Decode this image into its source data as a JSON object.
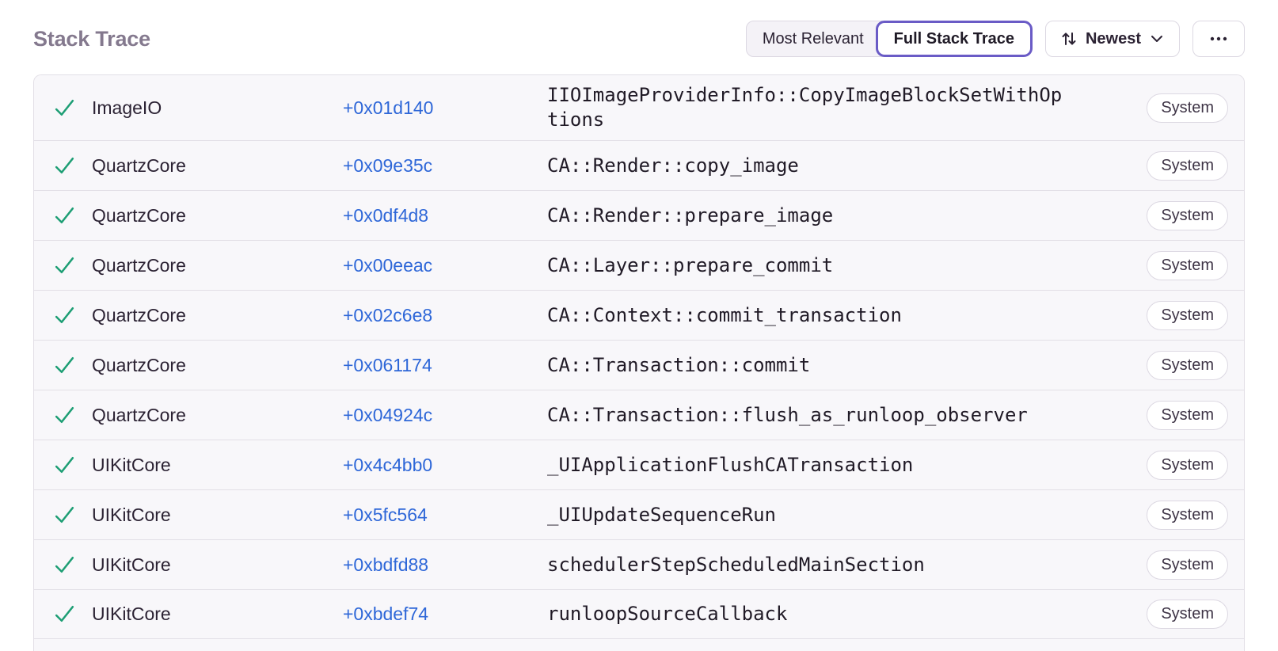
{
  "page_title": "Stack Trace",
  "toolbar": {
    "view_segments": [
      {
        "label": "Most Relevant",
        "active": false
      },
      {
        "label": "Full Stack Trace",
        "active": true
      }
    ],
    "sort": {
      "label": "Newest",
      "icon": "sort-arrows-icon",
      "chevron_icon": "chevron-down-icon"
    },
    "more": {
      "icon": "ellipsis-icon"
    }
  },
  "colors": {
    "accent_purple": "#6a5bc6",
    "link_blue": "#2e67d8",
    "check_green": "#1d9e74",
    "row_background": "#f8f7fa",
    "border": "#e2dfe6",
    "title_gray": "#84798e"
  },
  "stack_trace": {
    "frames": [
      {
        "module": "ImageIO",
        "address": "+0x01d140",
        "function": "IIOImageProviderInfo::CopyImageBlockSetWithOptions",
        "badge": "System"
      },
      {
        "module": "QuartzCore",
        "address": "+0x09e35c",
        "function": "CA::Render::copy_image",
        "badge": "System"
      },
      {
        "module": "QuartzCore",
        "address": "+0x0df4d8",
        "function": "CA::Render::prepare_image",
        "badge": "System"
      },
      {
        "module": "QuartzCore",
        "address": "+0x00eeac",
        "function": "CA::Layer::prepare_commit",
        "badge": "System"
      },
      {
        "module": "QuartzCore",
        "address": "+0x02c6e8",
        "function": "CA::Context::commit_transaction",
        "badge": "System"
      },
      {
        "module": "QuartzCore",
        "address": "+0x061174",
        "function": "CA::Transaction::commit",
        "badge": "System"
      },
      {
        "module": "QuartzCore",
        "address": "+0x04924c",
        "function": "CA::Transaction::flush_as_runloop_observer",
        "badge": "System"
      },
      {
        "module": "UIKitCore",
        "address": "+0x4c4bb0",
        "function": "_UIApplicationFlushCATransaction",
        "badge": "System"
      },
      {
        "module": "UIKitCore",
        "address": "+0x5fc564",
        "function": "_UIUpdateSequenceRun",
        "badge": "System"
      },
      {
        "module": "UIKitCore",
        "address": "+0xbdfd88",
        "function": "schedulerStepScheduledMainSection",
        "badge": "System"
      },
      {
        "module": "UIKitCore",
        "address": "+0xbdef74",
        "function": "runloopSourceCallback",
        "badge": "System"
      }
    ]
  }
}
